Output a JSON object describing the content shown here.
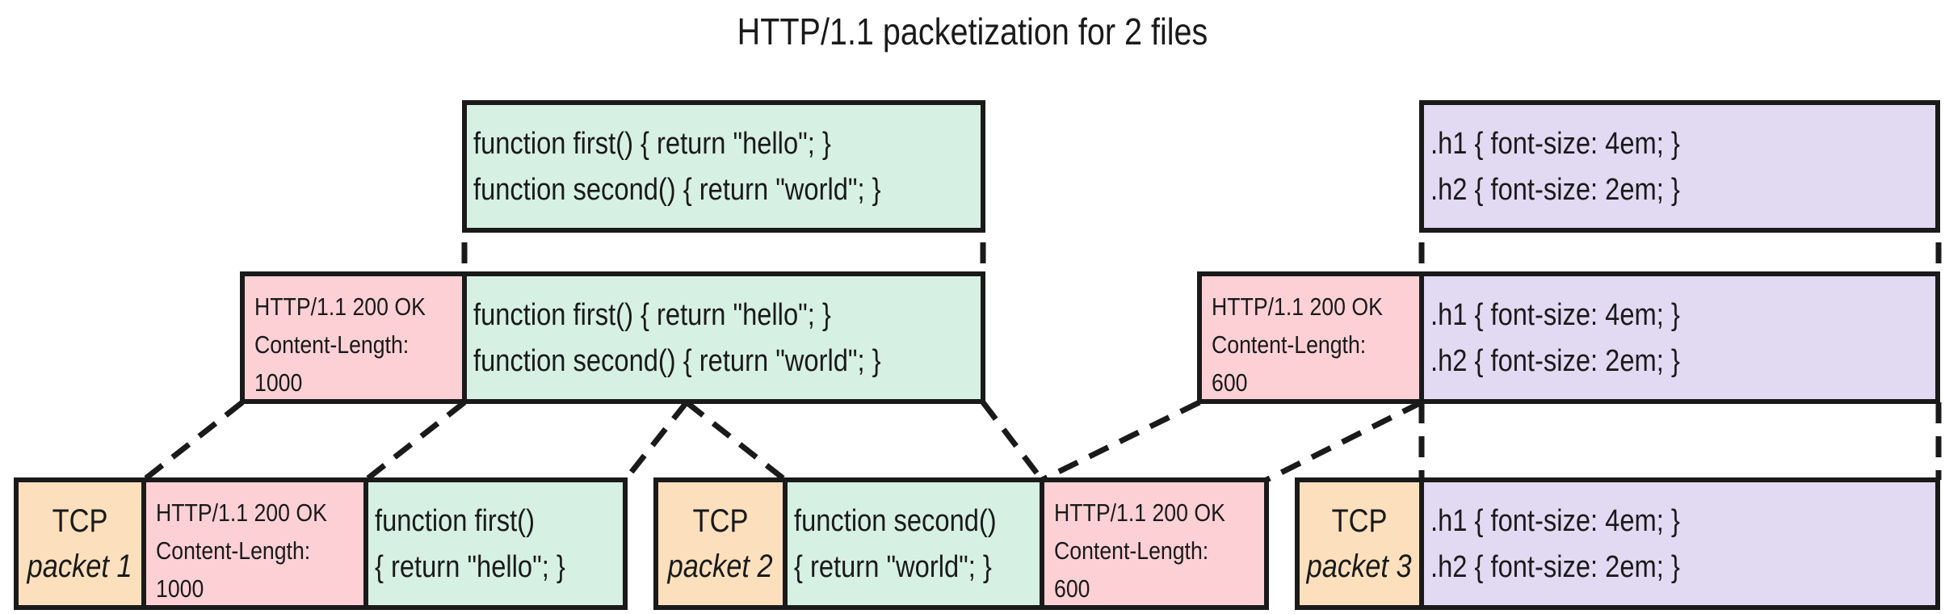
{
  "title": "HTTP/1.1 packetization for 2 files",
  "js_file": {
    "line1": "function first() { return \"hello\"; }",
    "line2": "function second() { return \"world\"; }"
  },
  "css_file": {
    "line1": ".h1 { font-size: 4em; }",
    "line2": ".h2 { font-size: 2em; }"
  },
  "response1": {
    "status": "HTTP/1.1 200 OK",
    "length_label": "Content-Length:",
    "length_value": "1000"
  },
  "response2": {
    "status": "HTTP/1.1 200 OK",
    "length_label": "Content-Length:",
    "length_value": "600"
  },
  "packets": [
    {
      "label": "TCP",
      "name": "packet 1"
    },
    {
      "label": "TCP",
      "name": "packet 2"
    },
    {
      "label": "TCP",
      "name": "packet 3"
    }
  ],
  "packet1_js": {
    "line1": "function first()",
    "line2": "{ return \"hello\"; }"
  },
  "packet2_js": {
    "line1": "function second()",
    "line2": "{ return \"world\"; }"
  },
  "colors": {
    "js": "#d6f0e4",
    "css": "#e2d9f3",
    "header": "#fdd0d6",
    "tcp": "#fce0bd",
    "stroke": "#1a1a1a"
  }
}
